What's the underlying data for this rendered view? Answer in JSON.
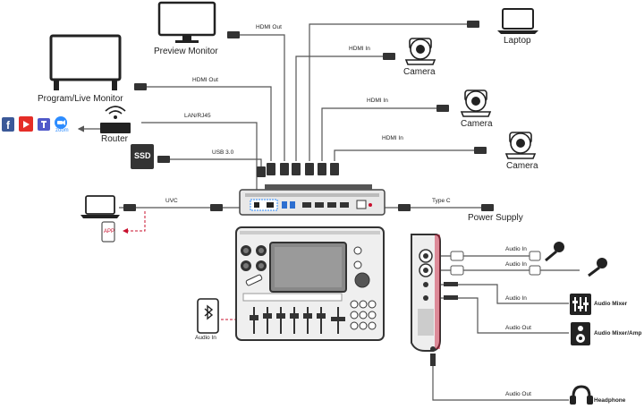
{
  "devices": {
    "preview_monitor": "Preview Monitor",
    "program_monitor": "Program/Live Monitor",
    "laptop": "Laptop",
    "camera": "Camera",
    "router": "Router",
    "ssd": "SSD",
    "power_supply": "Power Supply",
    "audio_mixer": "Audio Mixer",
    "audio_mixer_amp": "Audio Mixer/Amp",
    "headphone": "Headphone",
    "app": "APP",
    "audio_in_phone": "Audio In"
  },
  "connections": {
    "hdmi_out": "HDMI Out",
    "hdmi_in": "HDMI In",
    "lan": "LAN/RJ45",
    "usb": "USB 3.0",
    "uvc": "UVC",
    "typec": "Type C",
    "audio_in": "Audio In",
    "audio_out": "Audio Out"
  },
  "apps": {
    "zoom": "zoom"
  },
  "colors": {
    "line": "#555555",
    "accent": "#c8102e",
    "facebook": "#3b5998",
    "youtube": "#e52d27",
    "teams": "#5059c9",
    "zoom": "#2d8cff"
  }
}
